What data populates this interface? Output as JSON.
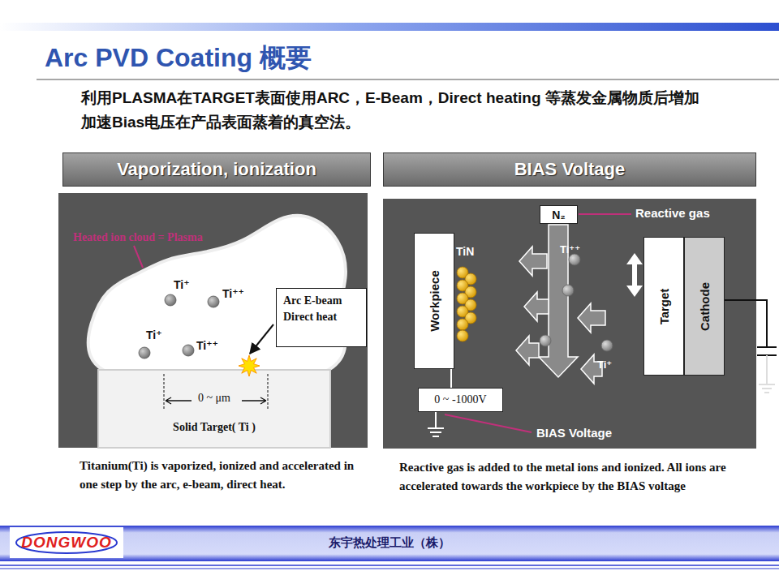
{
  "diagram": {
    "title": "Arc PVD Coating 概要",
    "nodes": [
      {
        "text": [
          "Vaporization, ionization"
        ]
      },
      {
        "text": [
          "BIAS Voltage"
        ]
      },
      {
        "text": [
          "Ti⁺",
          "Ti⁺⁺",
          "Ti⁺",
          "Ti⁺⁺"
        ]
      },
      {
        "text": [
          "Arc E-beam Direct heat"
        ]
      },
      {
        "text": [
          "Solid Target( Ti )"
        ]
      },
      {
        "text": [
          "Workpiece"
        ]
      },
      {
        "text": [
          "N₂"
        ]
      },
      {
        "text": [
          "Target"
        ]
      },
      {
        "text": [
          "Cathode"
        ]
      },
      {
        "text": [
          "0 ~ -1000V"
        ]
      },
      {
        "text": [
          "DONGWOO"
        ]
      }
    ],
    "edges": [
      {
        "from": 5,
        "to": 9,
        "arrow": "none"
      }
    ],
    "labels": [
      "利用PLASMA在TARGET表面使用ARC，E-Beam，Direct heating 等蒸发金属物质后增加加速Bias电压在产品表面蒸着的真空法。",
      "Heated ion cloud = Plasma",
      "0 ~ μm",
      "Titanium(Ti) is vaporized, ionized and accelerated in one step by the arc, e-beam, direct heat.",
      "TiN",
      "Ti⁺⁺",
      "Ti⁺",
      "Reactive gas",
      "BIAS Voltage",
      "Reactive gas is added to the metal ions and ionized. All ions are accelerated towards the workpiece by the BIAS voltage",
      "东宇热处理工业（株）"
    ]
  }
}
